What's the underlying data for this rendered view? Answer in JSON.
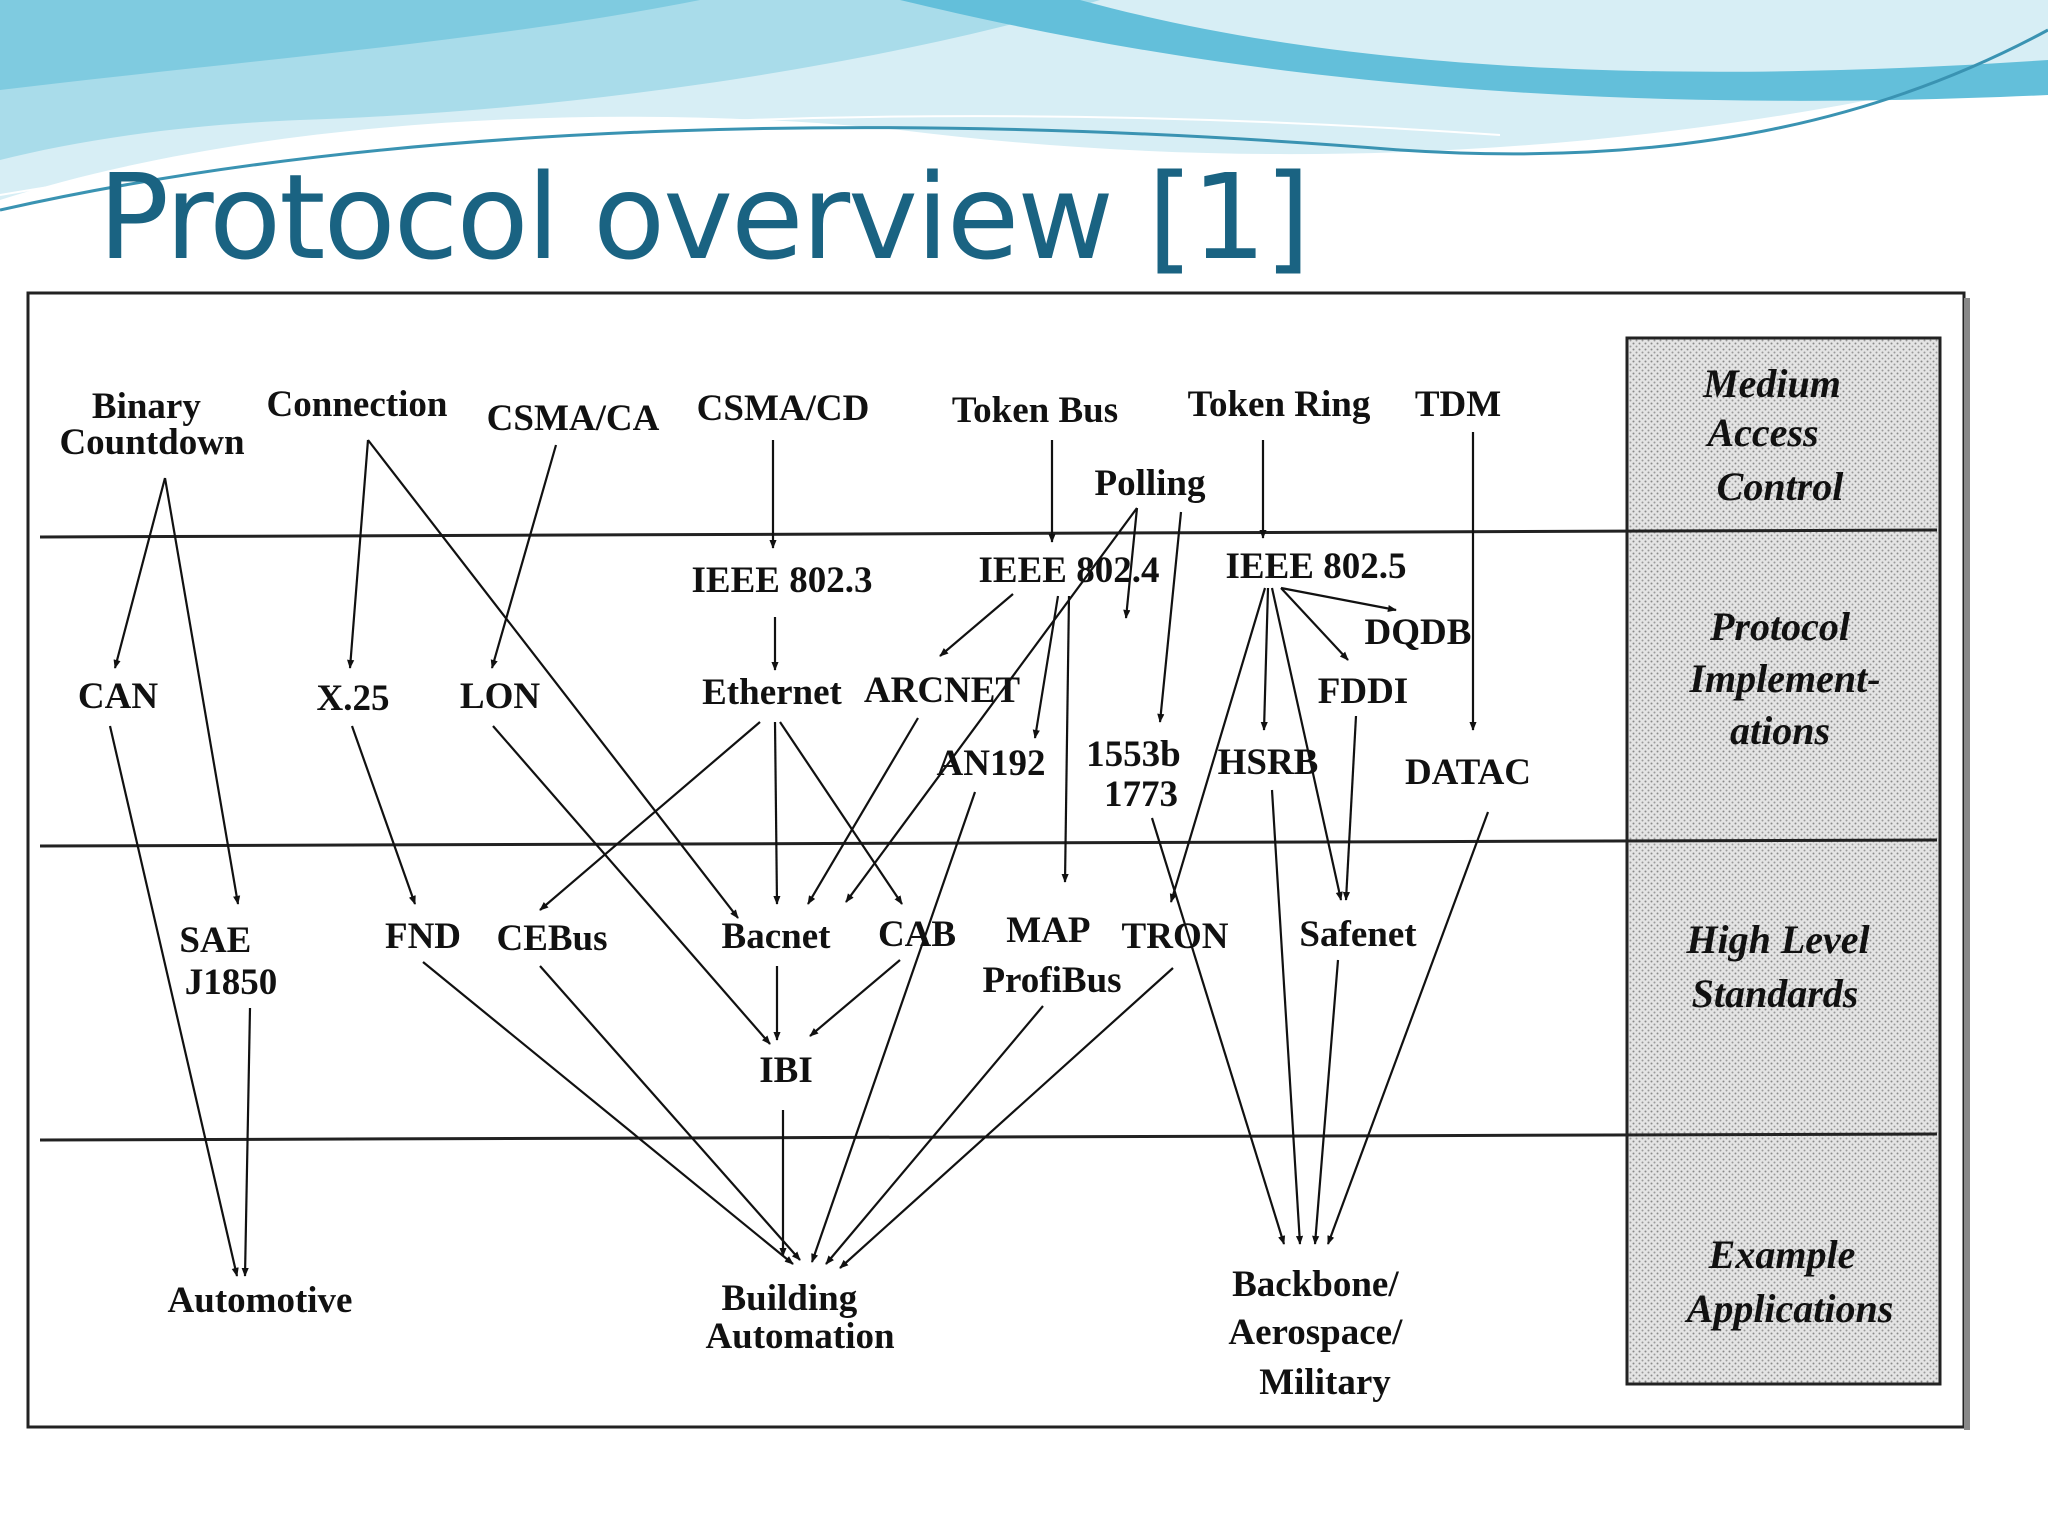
{
  "slide": {
    "title": "Protocol overview [1]"
  },
  "diagram": {
    "sidebar_labels": {
      "medium_access_control": [
        "Medium",
        "Access",
        "Control"
      ],
      "protocol_implementations": [
        "Protocol",
        "Implement-",
        "ations"
      ],
      "high_level_standards": [
        "High Level",
        "Standards"
      ],
      "example_applications": [
        "Example",
        "Applications"
      ]
    },
    "medium_access_control": {
      "binary_countdown": [
        "Binary",
        "Countdown"
      ],
      "connection": "Connection",
      "csma_ca": "CSMA/CA",
      "csma_cd": "CSMA/CD",
      "token_bus": "Token Bus",
      "polling": "Polling",
      "token_ring": "Token Ring",
      "tdm": "TDM"
    },
    "protocol_implementations": {
      "ieee_802_3": "IEEE 802.3",
      "ieee_802_4": "IEEE 802.4",
      "ieee_802_5": "IEEE 802.5",
      "can": "CAN",
      "x25": "X.25",
      "lon": "LON",
      "ethernet": "Ethernet",
      "arcnet": "ARCNET",
      "dqdb": "DQDB",
      "fddi": "FDDI",
      "an192": "AN192",
      "mil_1553b_1773": [
        "1553b",
        "1773"
      ],
      "hsrb": "HSRB",
      "datac": "DATAC"
    },
    "high_level_standards": {
      "sae_j1850": [
        "SAE",
        "J1850"
      ],
      "fnd": "FND",
      "cebus": "CEBus",
      "bacnet": "Bacnet",
      "cab": "CAB",
      "map_profibus": [
        "MAP",
        "ProfiBus"
      ],
      "tron": "TRON",
      "safenet": "Safenet",
      "ibi": "IBI"
    },
    "example_applications": {
      "automotive": "Automotive",
      "building_automation": [
        "Building",
        "Automation"
      ],
      "backbone_aerospace_military": [
        "Backbone/",
        "Aerospace/",
        "Military"
      ]
    }
  }
}
